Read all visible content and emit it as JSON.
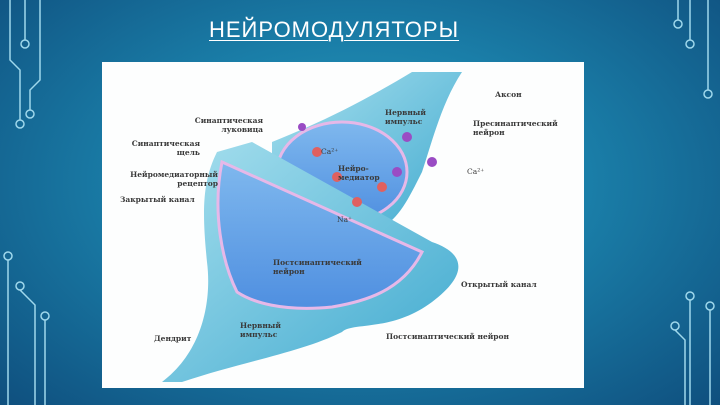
{
  "slide": {
    "title": "НЕЙРОМОДУЛЯТОРЫ"
  },
  "diagram": {
    "labels": {
      "axon": "Аксон",
      "nerve_impulse_top": [
        "Нервный",
        "импульс"
      ],
      "synaptic_bulb": [
        "Синаптическая",
        "луковица"
      ],
      "presynaptic_neuron": [
        "Пресинаптический",
        "нейрон"
      ],
      "synaptic_cleft": [
        "Синаптическая",
        "щель"
      ],
      "ca_outer": "Ca²⁺",
      "ca_inner": "Ca²⁺",
      "neurotransmitter": [
        "Нейро-",
        "медиатор"
      ],
      "neurotransmitter_receptor": [
        "Нейромедиаторный",
        "рецептор"
      ],
      "closed_channel": "Закрытый канал",
      "na": "Na⁺",
      "postsynaptic_neuron_inner": [
        "Постсинаптический",
        "нейрон"
      ],
      "open_channel": "Открытый канал",
      "dendrite": "Дендрит",
      "nerve_impulse_bottom": [
        "Нервный",
        "импульс"
      ],
      "postsynaptic_neuron_bottom": "Постсинаптический нейрон"
    }
  }
}
